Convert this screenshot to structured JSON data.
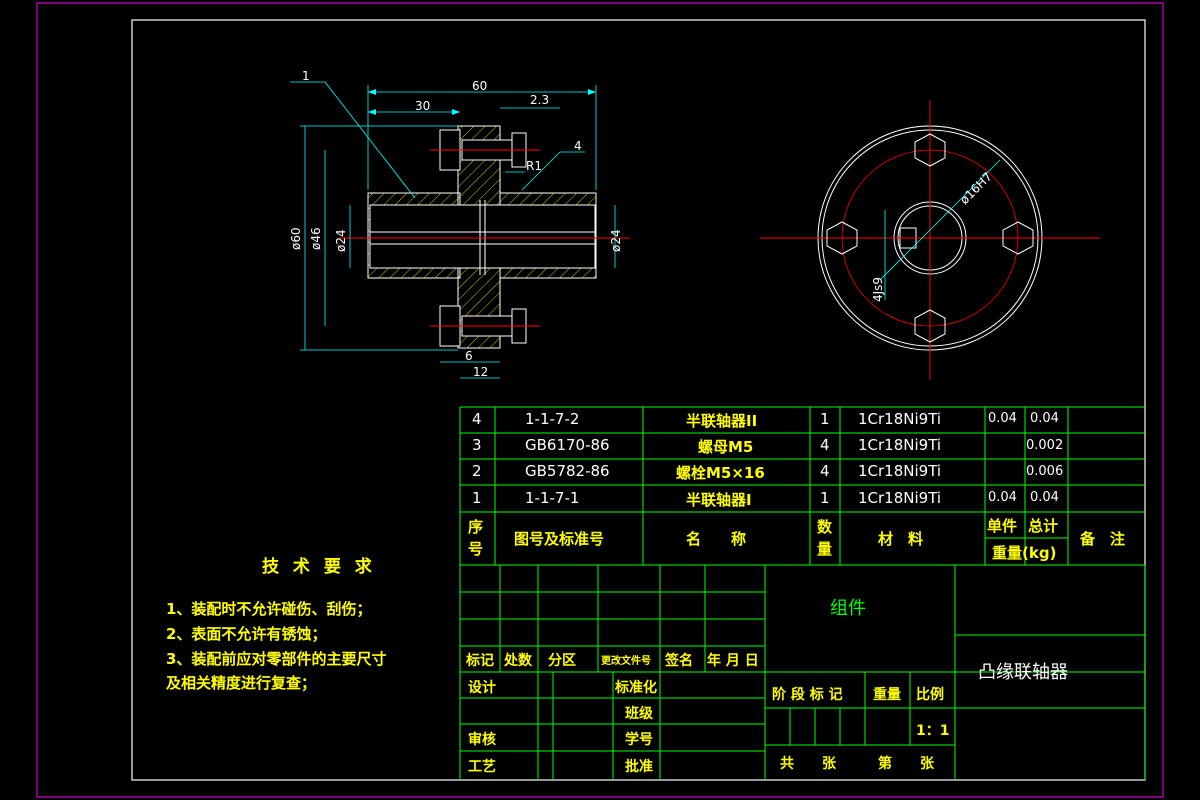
{
  "technical_requirements": {
    "title": "技 术 要 求",
    "items": [
      "1、装配时不允许碰伤、刮伤；",
      "2、表面不允许有锈蚀；",
      "3、装配前应对零部件的主要尺寸",
      "及相关精度进行复查；"
    ]
  },
  "section_view": {
    "dimensions": {
      "overall_length": "60",
      "half_length": "30",
      "flange_offset": "2.3",
      "fillet": "R1",
      "flange_dia": "ø60",
      "bolt_circle": "ø46",
      "bore_left": "ø24",
      "bore_right": "ø24",
      "bolt_len": "6",
      "bolt_span": "12"
    },
    "callouts": [
      "1",
      "4"
    ]
  },
  "end_view": {
    "dimensions": {
      "bore_fit": "ø16H7",
      "keyway": "4Js9"
    }
  },
  "parts_list": {
    "rows": [
      {
        "no": "4",
        "code": "1-1-7-2",
        "name": "半联轴器II",
        "qty": "1",
        "material": "1Cr18Ni9Ti",
        "unit_mass": "0.04",
        "total_mass": "0.04",
        "remark": ""
      },
      {
        "no": "3",
        "code": "GB6170-86",
        "name": "螺母M5",
        "qty": "4",
        "material": "1Cr18Ni9Ti",
        "unit_mass": "",
        "total_mass": "0.002",
        "remark": ""
      },
      {
        "no": "2",
        "code": "GB5782-86",
        "name": "螺栓M5×16",
        "qty": "4",
        "material": "1Cr18Ni9Ti",
        "unit_mass": "",
        "total_mass": "0.006",
        "remark": ""
      },
      {
        "no": "1",
        "code": "1-1-7-1",
        "name": "半联轴器I",
        "qty": "1",
        "material": "1Cr18Ni9Ti",
        "unit_mass": "0.04",
        "total_mass": "0.04",
        "remark": ""
      }
    ],
    "headers": {
      "no": "序号",
      "code": "图号及标准号",
      "name": "名　　称",
      "qty": "数量",
      "material": "材　料",
      "unit_mass": "单件",
      "total_mass": "总计",
      "mass_label": "重量(kg)",
      "remark": "备　注"
    }
  },
  "title_block": {
    "assembly": "组件",
    "drawing_name": "凸缘联轴器",
    "labels": {
      "mark": "标记",
      "count": "处数",
      "zone": "分区",
      "change_doc": "更改文件号",
      "sign": "签名",
      "date": "年 月 日",
      "design": "设计",
      "standard": "标准化",
      "class": "班级",
      "review": "审核",
      "student_id": "学号",
      "process": "工艺",
      "approve": "批准",
      "stage": "阶 段 标 记",
      "weight": "重量",
      "scale_label": "比例",
      "total_sheets": "共　　张",
      "sheet_no": "第　　张"
    },
    "scale": "1：1"
  },
  "colors": {
    "background": "#000000",
    "frame": "#ffffff",
    "outer_frame": "#ff00ff",
    "table": "#00ff00",
    "dimension": "#00ffff",
    "center_line": "#ff0000",
    "text_highlight": "#ffff00",
    "hatch": "#ffff00"
  }
}
